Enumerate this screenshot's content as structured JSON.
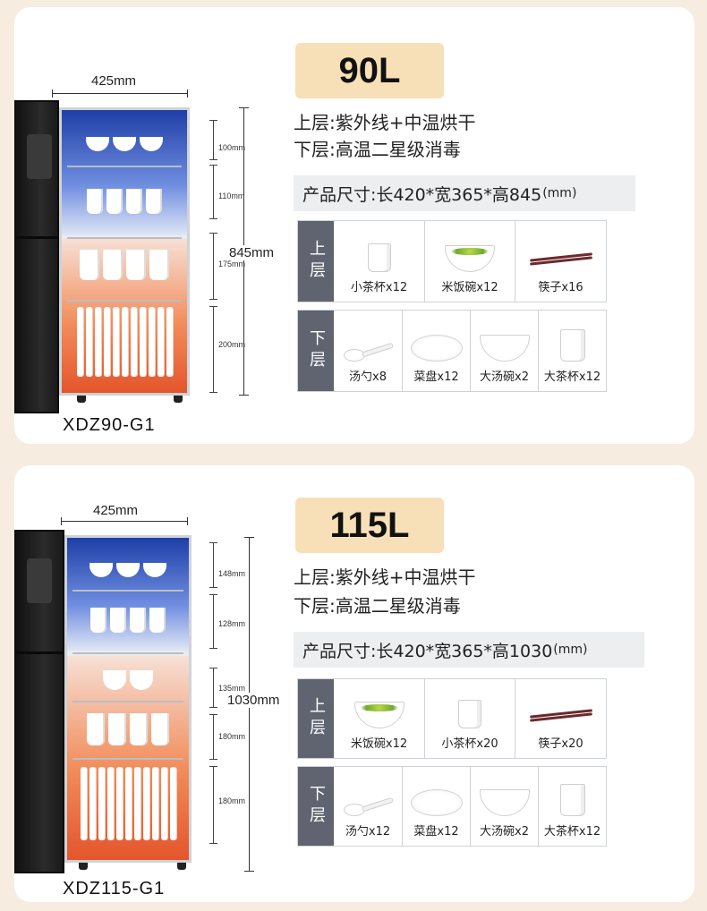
{
  "products": [
    {
      "capacity": "90L",
      "width_label": "425mm",
      "height_label": "845mm",
      "shelf_heights": [
        "100mm",
        "110mm",
        "175mm",
        "200mm"
      ],
      "model": "XDZ90-G1",
      "upper_desc": "上层:紫外线+中温烘干",
      "lower_desc": "下层:高温二星级消毒",
      "size_text": "产品尺寸:长420*宽365*高845",
      "size_unit": "(mm)",
      "upper_label": "上层",
      "lower_label": "下层",
      "upper_items": [
        {
          "icon": "cup-icon",
          "label": "小茶杯x12"
        },
        {
          "icon": "bowl-icon",
          "label": "米饭碗x12"
        },
        {
          "icon": "chopsticks-icon",
          "label": "筷子x16"
        }
      ],
      "lower_items": [
        {
          "icon": "spoon-icon",
          "label": "汤勺x8"
        },
        {
          "icon": "plate-icon",
          "label": "菜盘x12"
        },
        {
          "icon": "bowl-icon",
          "label": "大汤碗x2"
        },
        {
          "icon": "cup-icon",
          "label": "大茶杯x12"
        }
      ]
    },
    {
      "capacity": "115L",
      "width_label": "425mm",
      "height_label": "1030mm",
      "shelf_heights": [
        "148mm",
        "128mm",
        "135mm",
        "180mm",
        "180mm"
      ],
      "model": "XDZ115-G1",
      "upper_desc": "上层:紫外线+中温烘干",
      "lower_desc": "下层:高温二星级消毒",
      "size_text": "产品尺寸:长420*宽365*高1030",
      "size_unit": "(mm)",
      "upper_label": "上层",
      "lower_label": "下层",
      "upper_items": [
        {
          "icon": "bowl-icon",
          "label": "米饭碗x12"
        },
        {
          "icon": "cup-icon",
          "label": "小茶杯x20"
        },
        {
          "icon": "chopsticks-icon",
          "label": "筷子x20"
        }
      ],
      "lower_items": [
        {
          "icon": "spoon-icon",
          "label": "汤勺x12"
        },
        {
          "icon": "plate-icon",
          "label": "菜盘x12"
        },
        {
          "icon": "bowl-icon",
          "label": "大汤碗x2"
        },
        {
          "icon": "cup-icon",
          "label": "大茶杯x12"
        }
      ]
    }
  ]
}
